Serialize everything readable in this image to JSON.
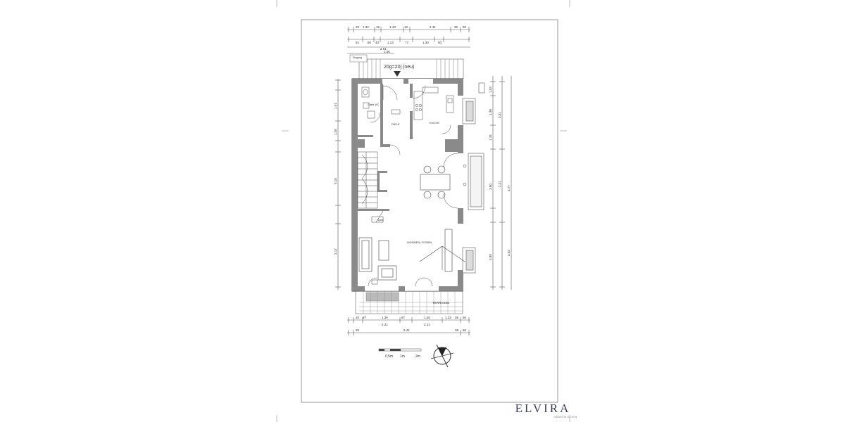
{
  "plan": {
    "entrance_label": "20g=20j (neu)",
    "entrance_small": "Eingang",
    "rooms": {
      "bath": "Gäste-WC",
      "hall": "DIELE",
      "kitchen": "KÜCHE",
      "living": "WOHNEN / ESSEN",
      "storage": "Speis",
      "terrace": "TERRASSE"
    },
    "dims": {
      "top_row1": [
        "20",
        "1.32",
        "12",
        "1.43",
        "12",
        "2.41",
        "36",
        "60"
      ],
      "top_row2": [
        "81",
        "60",
        "40",
        "1.13",
        "77",
        "1.30",
        "50",
        "2.51"
      ],
      "top_row3": [
        "1.06"
      ],
      "bottom_row1": [
        "20",
        "87",
        "1.36",
        "87",
        "1.40",
        "1.23",
        "36",
        "60"
      ],
      "bottom_row2": [
        "2.21",
        "2.21"
      ],
      "bottom_total": [
        "20",
        "5.41",
        "36",
        "60"
      ],
      "left": [
        "1.01",
        "1.38",
        "3.18",
        "3.17"
      ],
      "right": [
        "1.03",
        "1.30",
        "3.31",
        "1.34",
        "3.50",
        "2.21",
        "3.77",
        "3.89",
        "3.52"
      ]
    },
    "scale": {
      "labels": [
        "0,5m",
        "1m",
        "2m"
      ]
    }
  },
  "brand": {
    "name": "ELVIRA",
    "sub": "IMMOBILIEN"
  }
}
